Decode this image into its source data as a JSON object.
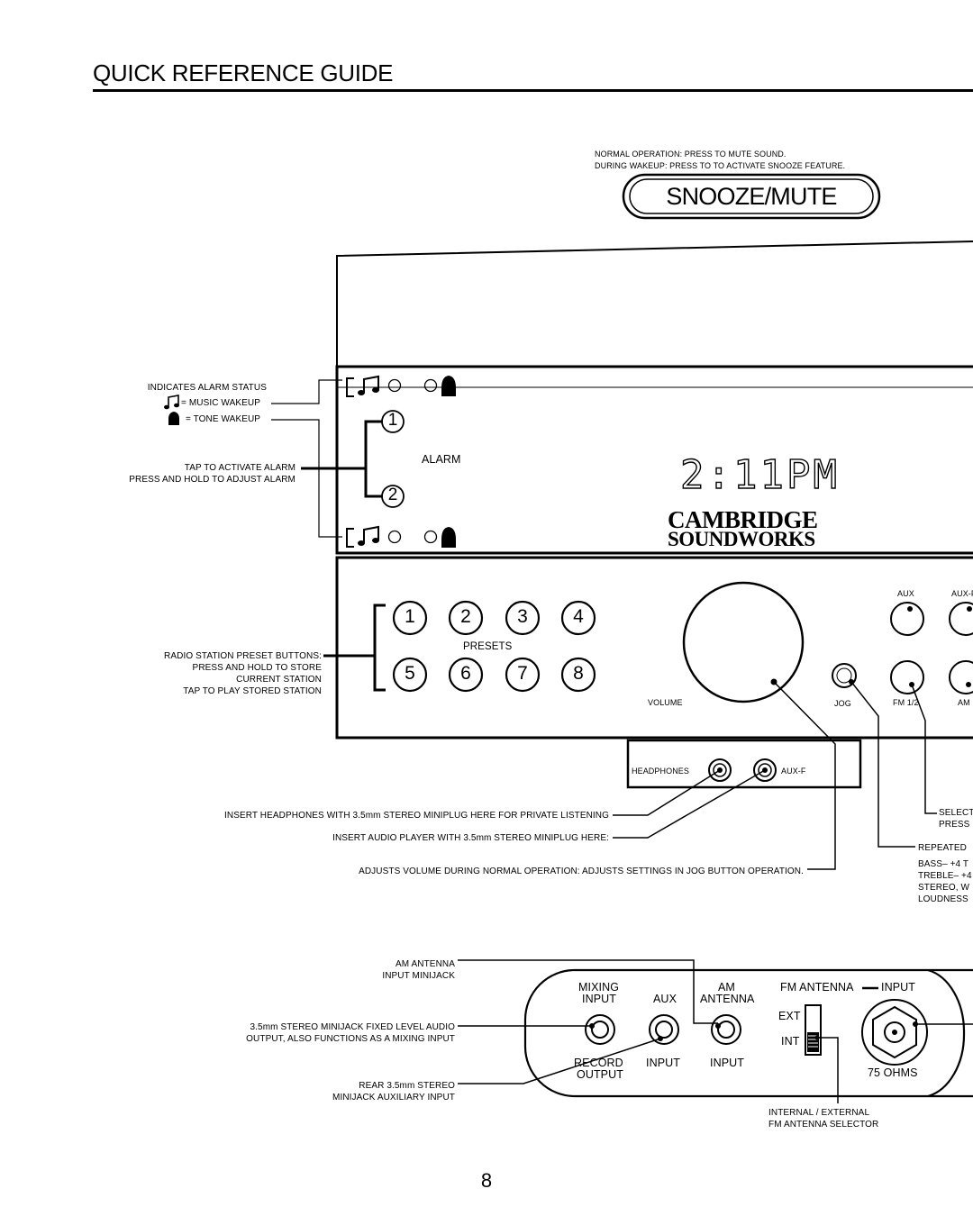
{
  "page": {
    "title": "QUICK REFERENCE GUIDE",
    "page_number": "8"
  },
  "snooze": {
    "label": "SNOOZE/MUTE",
    "note1": "NORMAL OPERATION:  PRESS TO MUTE SOUND.",
    "note2": "DURING WAKEUP:  PRESS TO TO ACTIVATE SNOOZE FEATURE."
  },
  "alarm": {
    "status_title": "INDICATES ALARM STATUS",
    "music_legend": "= MUSIC WAKEUP",
    "tone_legend": "= TONE WAKEUP",
    "tap_note": "TAP TO ACTIVATE ALARM",
    "hold_note": "PRESS AND HOLD TO ADJUST ALARM",
    "label": "ALARM",
    "button1": "1",
    "button2": "2",
    "clock": "2:11PM"
  },
  "brand": {
    "line1": "CAMBRIDGE",
    "line2": "SOUNDWORKS"
  },
  "presets": {
    "label": "PRESETS",
    "buttons": [
      "1",
      "2",
      "3",
      "4",
      "5",
      "6",
      "7",
      "8"
    ],
    "note1": "RADIO STATION PRESET BUTTONS:",
    "note2": "PRESS AND HOLD TO STORE",
    "note3": "CURRENT STATION",
    "note4": "TAP TO PLAY STORED STATION"
  },
  "controls": {
    "volume": "VOLUME",
    "jog": "JOG",
    "fm12": "FM 1/2",
    "am": "AM",
    "aux": "AUX",
    "aux_f_top": "AUX-F",
    "headphones": "HEADPHONES",
    "aux_f": "AUX-F"
  },
  "notes": {
    "headphones": "INSERT HEADPHONES WITH 3.5mm STEREO MINIPLUG HERE FOR PRIVATE LISTENING",
    "audio_player": "INSERT AUDIO PLAYER WITH 3.5mm STEREO MINIPLUG HERE:",
    "volume": "ADJUSTS VOLUME DURING NORMAL OPERATION:  ADJUSTS SETTINGS IN JOG BUTTON OPERATION.",
    "select": "SELECT",
    "press": "PRESS",
    "repeated": "REPEATED",
    "bass": "BASS– +4 T",
    "treble": "TREBLE– +4",
    "stereo": "STEREO, W",
    "loudness": "LOUDNESS"
  },
  "rear": {
    "am_note1": "AM ANTENNA",
    "am_note2": "INPUT MINIJACK",
    "mix_note1": "3.5mm STEREO MINIJACK FIXED LEVEL AUDIO",
    "mix_note2": "OUTPUT, ALSO FUNCTIONS AS A MIXING INPUT",
    "aux_note1": "REAR 3.5mm STEREO",
    "aux_note2": "MINIJACK AUXILIARY INPUT",
    "mixing": "MIXING",
    "input": "INPUT",
    "aux": "AUX",
    "am": "AM",
    "antenna": "ANTENNA",
    "fm_antenna": "FM ANTENNA",
    "fm_input": "INPUT",
    "record": "RECORD",
    "output": "OUTPUT",
    "aux_input": "INPUT",
    "am_input": "INPUT",
    "ext": "EXT",
    "int": "INT",
    "ohms": "75 OHMS",
    "selector1": "INTERNAL / EXTERNAL",
    "selector2": "FM ANTENNA SELECTOR"
  }
}
